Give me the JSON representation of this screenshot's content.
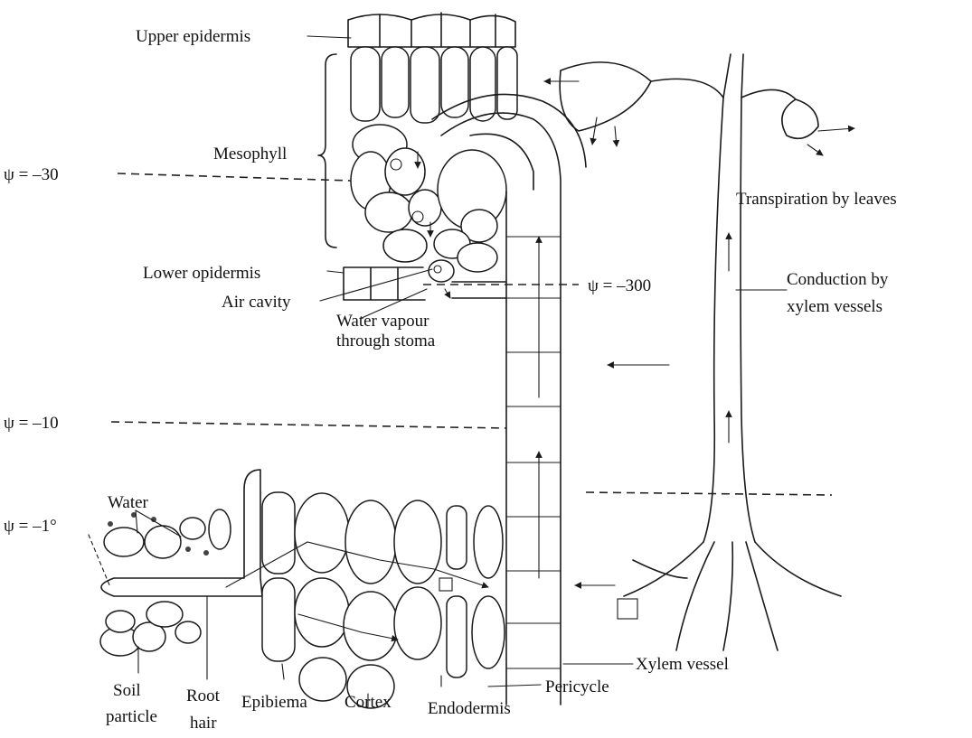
{
  "labels": {
    "upper_epidermis": "Upper epidermis",
    "mesophyll": "Mesophyll",
    "psi_minus_30": "ψ = –30",
    "lower_epidermis": "Lower opidermis",
    "air_cavity": "Air cavity",
    "water_vapour_1": "Water vapour",
    "water_vapour_2": "through stoma",
    "psi_minus_300": "ψ = –300",
    "psi_minus_10": "ψ = –10",
    "water": "Water",
    "psi_minus_1": "ψ = –1°",
    "transpiration": "Transpiration by leaves",
    "conduction_1": "Conduction by",
    "conduction_2": "xylem vessels",
    "xylem_vessel": "Xylem vessel",
    "pericycle": "Pericycle",
    "soil_particle_1": "Soil",
    "soil_particle_2": "particle",
    "root_hair_1": "Root",
    "root_hair_2": "hair",
    "epibiema": "Epibiema",
    "cortex": "Cortex",
    "endodermis": "Endodermis"
  }
}
